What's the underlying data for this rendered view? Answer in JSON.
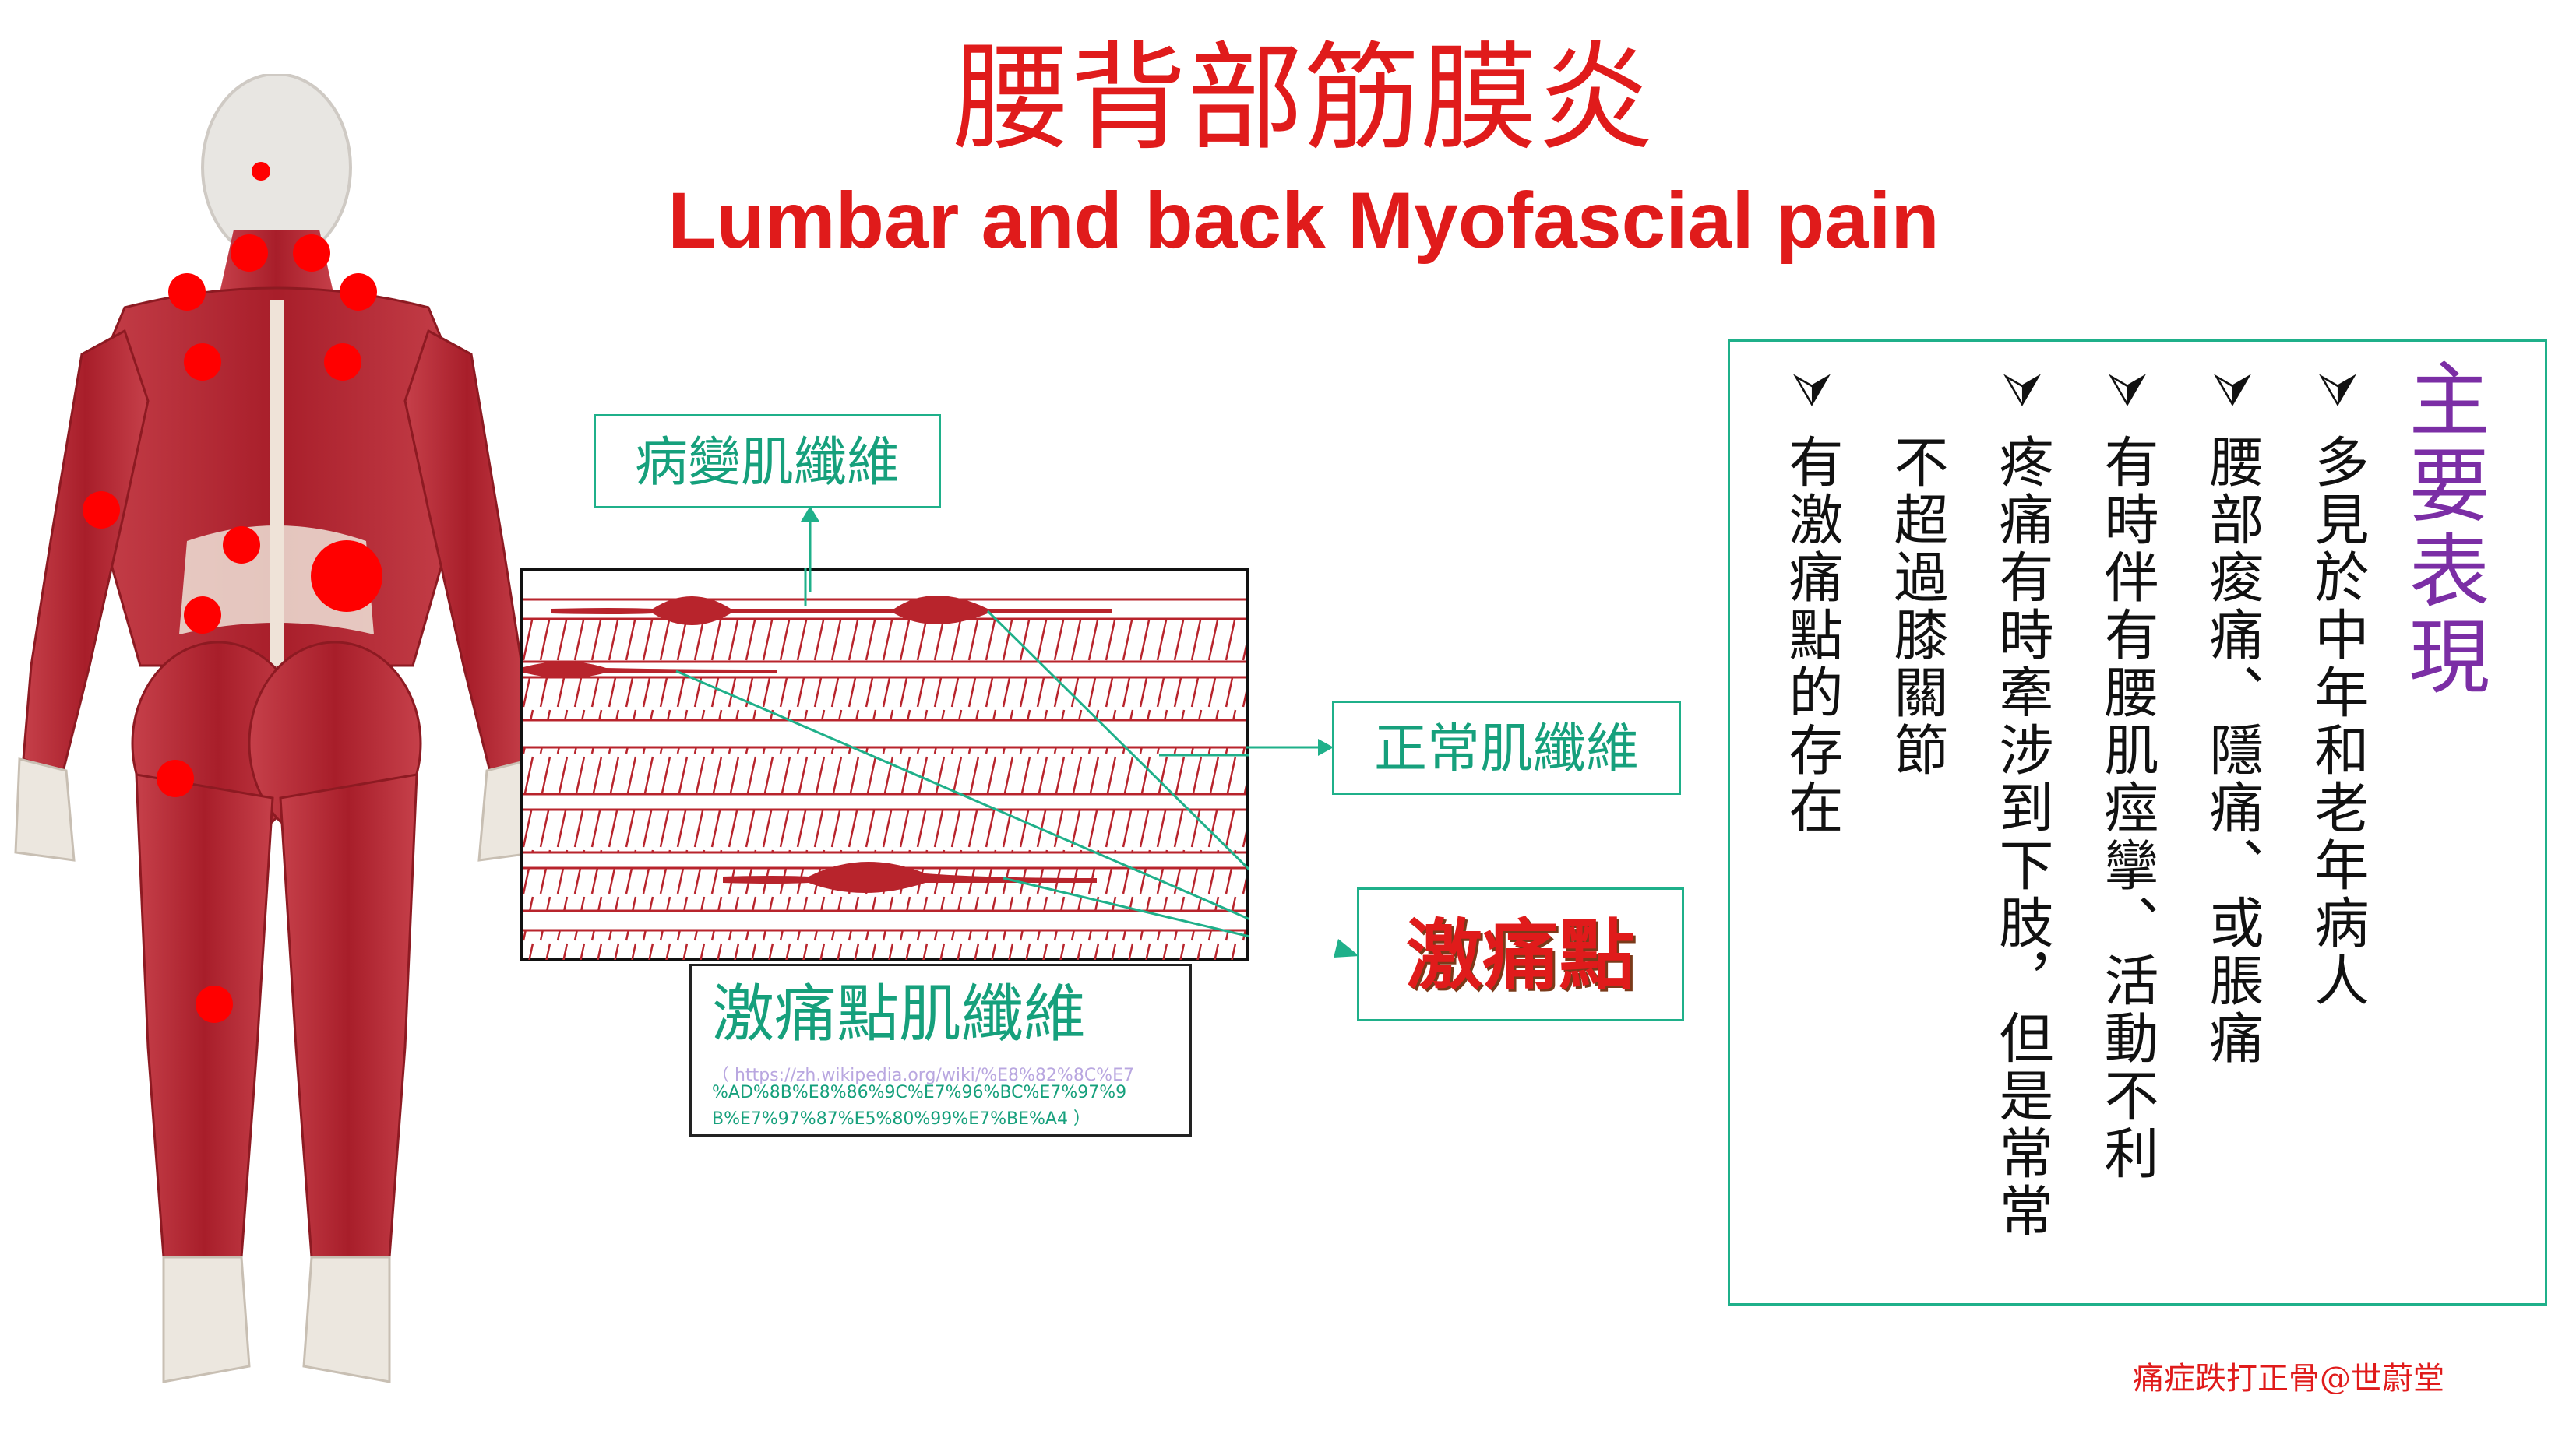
{
  "title_zh": "腰背部筋膜炎",
  "title_en": "Lumbar and back Myofascial pain",
  "diagram": {
    "diseased_fiber_label": "病變肌纖維",
    "normal_fiber_label": "正常肌纖維",
    "trigger_point_label": "激痛點",
    "trigger_fiber_title": "激痛點肌纖維",
    "source_url_line1": "（ https://zh.wikipedia.org/wiki/%E8%82%8C%E7",
    "source_url_line2": "%AD%8B%E8%86%9C%E7%96%BC%E7%97%9",
    "source_url_line3": "B%E7%97%87%E5%80%99%E7%BE%A4 ）"
  },
  "panel": {
    "heading": "主要表現",
    "check_glyph": "⮛",
    "items": [
      "多見於中年和老年病人",
      "腰部痠痛、隱痛、或脹痛",
      "有時伴有腰肌痙攣、活動不利",
      "疼痛有時牽涉到下肢，但是常常",
      "不超過膝關節",
      "有激痛點的存在"
    ]
  },
  "watermark": "痛症跌打正骨@世蔚堂",
  "colors": {
    "title_red": "#e01b1b",
    "muscle_red": "#b8242c",
    "trigger_dot": "#ff0000",
    "border_green": "#1fb08a",
    "label_green": "#16a07c",
    "heading_purple": "#7b2ea5"
  }
}
